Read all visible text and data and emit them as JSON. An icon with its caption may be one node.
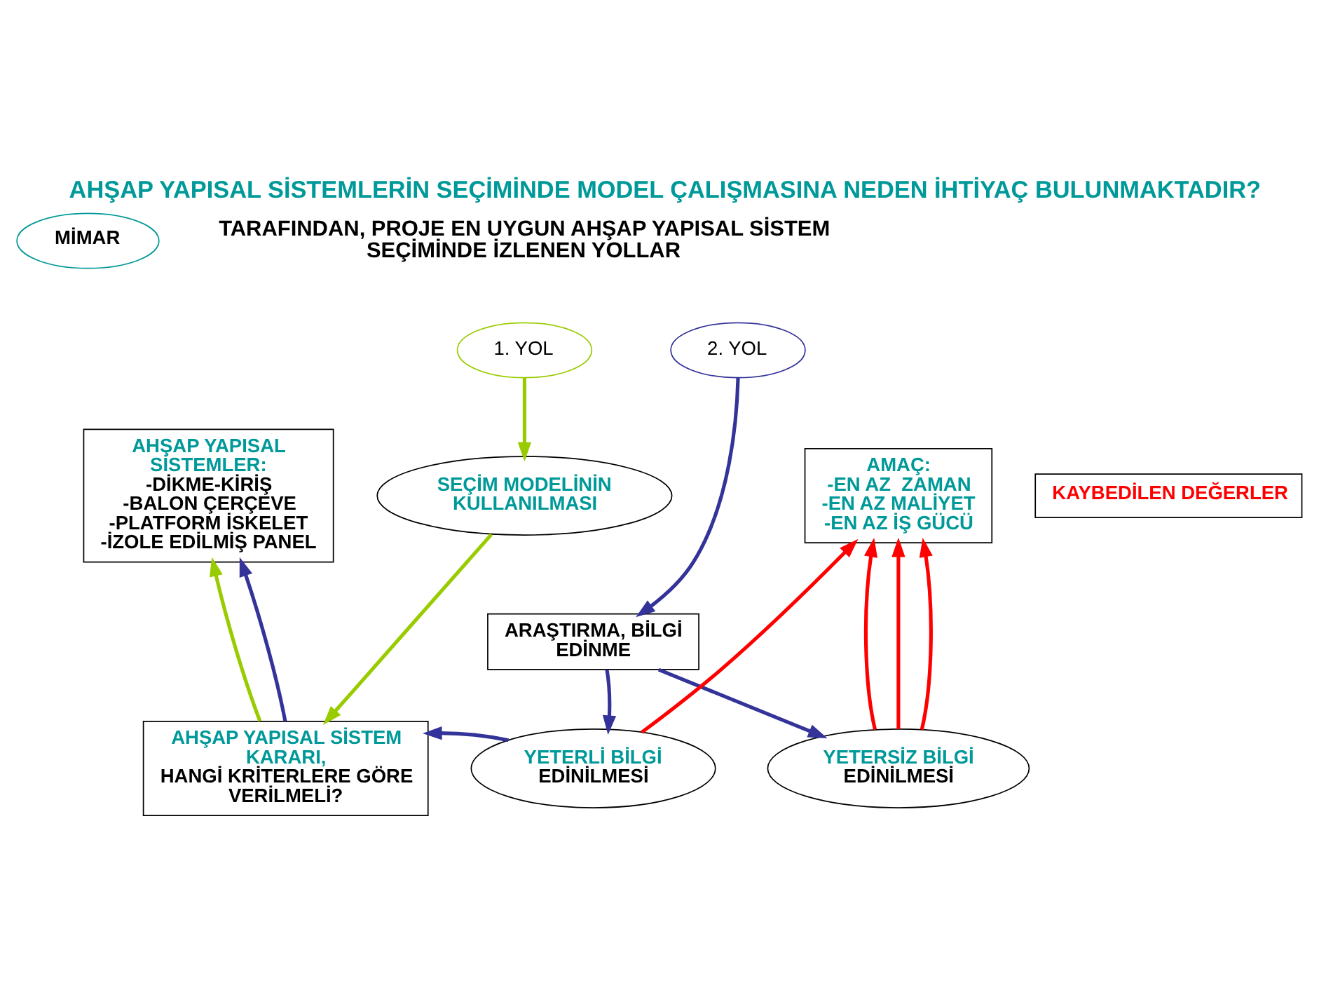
{
  "diagram": {
    "title": "AHŞAP YAPISAL SİSTEMLERİN SEÇİMİNDE MODEL ÇALIŞMASINA NEDEN İHTİYAÇ BULUNMAKTADIR?",
    "nodes": [
      {
        "text": [
          "MİMAR"
        ]
      },
      {
        "text": [
          "1. YOL"
        ]
      },
      {
        "text": [
          "2. YOL"
        ]
      },
      {
        "text": [
          "AHŞAP YAPISAL SİSTEMLER:",
          "-DİKME-KİRİŞ",
          "-BALON ÇERÇEVE",
          "-PLATFORM İSKELET",
          "-İZOLE EDİLMİŞ PANEL"
        ]
      },
      {
        "text": [
          "SEÇİM MODELİNİN KULLANILMASI"
        ]
      },
      {
        "text": [
          "AMAÇ:",
          "-EN AZ  ZAMAN",
          "-EN AZ MALİYET",
          "-EN AZ İŞ GÜCÜ"
        ]
      },
      {
        "text": [
          "KAYBEDİLEN DEĞERLER"
        ]
      },
      {
        "text": [
          "ARAŞTIRMA, BİLGİ EDİNME"
        ]
      },
      {
        "text": [
          "AHŞAP YAPISAL SİSTEM KARARI,",
          "HANGİ KRİTERLERE GÖRE VERİLMELİ?"
        ]
      },
      {
        "text": [
          "YETERLİ BİLGİ",
          "EDİNİLMESİ"
        ]
      },
      {
        "text": [
          "YETERSİZ BİLGİ",
          "EDİNİLMESİ"
        ]
      }
    ],
    "edges": [
      {
        "from": 1,
        "to": 4,
        "arrow": "to",
        "color": "#99cc00"
      },
      {
        "from": 4,
        "to": 8,
        "arrow": "to",
        "color": "#99cc00"
      },
      {
        "from": 8,
        "to": 3,
        "arrow": "to",
        "color": "#99cc00"
      },
      {
        "from": 8,
        "to": 3,
        "arrow": "to"
      },
      {
        "from": 2,
        "to": 7,
        "arrow": "to"
      },
      {
        "from": 7,
        "to": 9,
        "arrow": "to"
      },
      {
        "from": 7,
        "to": 10,
        "arrow": "to"
      },
      {
        "from": 9,
        "to": 8,
        "arrow": "to"
      },
      {
        "from": 9,
        "to": 5,
        "arrow": "to",
        "color": "#ff0000"
      },
      {
        "from": 10,
        "to": 5,
        "arrow": "to",
        "color": "#ff0000"
      },
      {
        "from": 10,
        "to": 5,
        "arrow": "to",
        "color": "#ff0000"
      },
      {
        "from": 10,
        "to": 5,
        "arrow": "to",
        "color": "#ff0000"
      }
    ],
    "labels": [
      "TARAFINDAN, PROJE EN UYGUN AHŞAP YAPISAL SİSTEM SEÇİMİNDE İZLENEN YOLLAR"
    ]
  }
}
